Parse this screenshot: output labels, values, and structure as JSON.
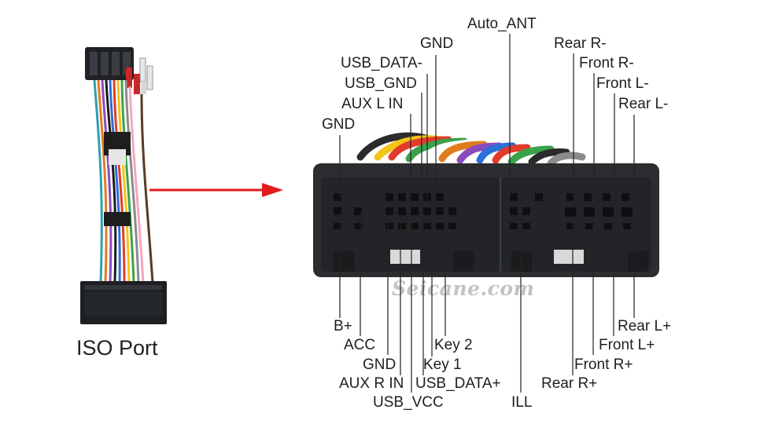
{
  "iso_port_label": "ISO Port",
  "watermark": "Seicane.com",
  "colors": {
    "arrow": "#e21b1b",
    "connector": "#2b2d30",
    "leader_line": "#222222"
  },
  "top_labels": [
    {
      "text": "Auto_ANT"
    },
    {
      "text": "GND"
    },
    {
      "text": "USB_DATA-"
    },
    {
      "text": "USB_GND"
    },
    {
      "text": "AUX L IN"
    },
    {
      "text": "GND"
    },
    {
      "text": "Rear R-"
    },
    {
      "text": "Front R-"
    },
    {
      "text": "Front L-"
    },
    {
      "text": "Rear L-"
    }
  ],
  "bottom_labels": [
    {
      "text": "B+"
    },
    {
      "text": "ACC"
    },
    {
      "text": "GND"
    },
    {
      "text": "AUX R IN"
    },
    {
      "text": "USB_VCC"
    },
    {
      "text": "USB_DATA+"
    },
    {
      "text": "Key 1"
    },
    {
      "text": "Key 2"
    },
    {
      "text": "ILL"
    },
    {
      "text": "Rear R+"
    },
    {
      "text": "Front R+"
    },
    {
      "text": "Front L+"
    },
    {
      "text": "Rear L+"
    }
  ]
}
